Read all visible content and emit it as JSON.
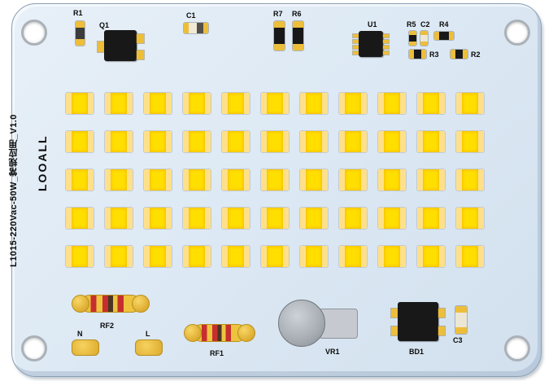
{
  "board": {
    "silkscreen": {
      "brand": "LOOALL",
      "model": "L1015-220Vac-50W_常规应用_V1.0"
    },
    "labels": {
      "r1": "R1",
      "q1": "Q1",
      "c1": "C1",
      "r7": "R7",
      "r6": "R6",
      "u1": "U1",
      "r5": "R5",
      "c2": "C2",
      "r4": "R4",
      "r3": "R3",
      "r2": "R2",
      "rf2": "RF2",
      "n": "N",
      "l": "L",
      "rf1": "RF1",
      "vr1": "VR1",
      "bd1": "BD1",
      "c3": "C3"
    },
    "led_grid": {
      "rows": 5,
      "cols": 11,
      "total": 55
    },
    "colors": {
      "pcb": "#dde9f4",
      "pcb_edge": "#8aa0b5",
      "led_body": "#ffdf00",
      "led_pad": "#ffe08a",
      "pad_gold": "#edbe3a",
      "component_black": "#181818",
      "resistor_band_red": "#c62f2f",
      "varistor_gray": "#aab0b6",
      "silkscreen_text": "#0a0a0a"
    }
  }
}
